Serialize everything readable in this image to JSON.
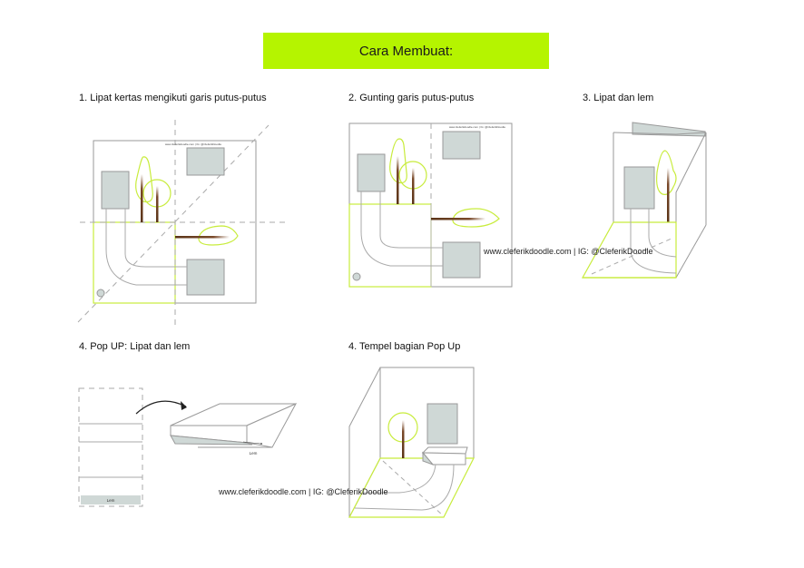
{
  "header": {
    "title": "Cara Membuat:"
  },
  "steps": [
    {
      "label": "1. Lipat kertas mengikuti garis putus-putus"
    },
    {
      "label": "2. Gunting garis putus-putus"
    },
    {
      "label": "3. Lipat dan lem"
    },
    {
      "label": "4. Pop UP: Lipat dan lem"
    },
    {
      "label": "4. Tempel bagian Pop Up"
    }
  ],
  "watermark": "www.cleferikdoodle.com | IG: @CleferikDoodle",
  "small_watermark": "www.cleferikdoodle.com | IG: @CleferikDoodle",
  "glue_label": "Lem",
  "colors": {
    "accent_green": "#b5f400",
    "line_green": "#c8ec3c",
    "panel_gray": "#cfd8d6",
    "outline_gray": "#9a9a9a",
    "trunk_brown": "#5a3418"
  }
}
